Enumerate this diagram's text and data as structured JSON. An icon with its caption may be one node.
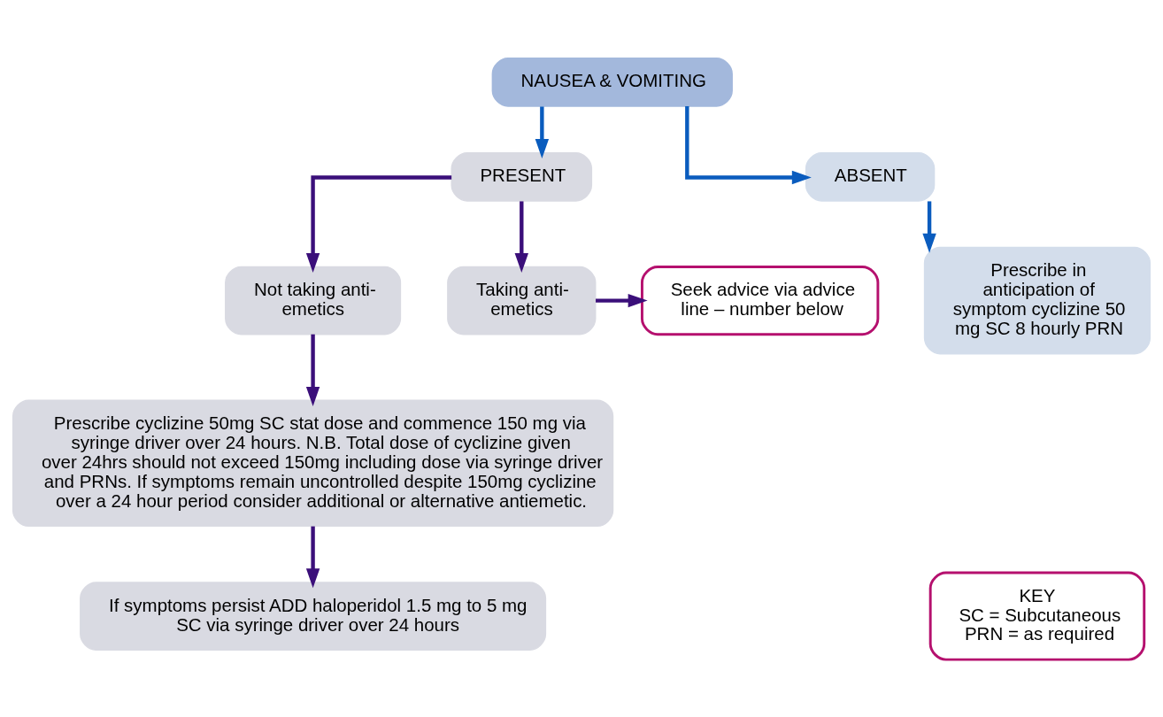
{
  "diagram": {
    "nodes": [
      {
        "text": [
          "NAUSEA & VOMITING"
        ]
      },
      {
        "text": [
          "PRESENT"
        ]
      },
      {
        "text": [
          "ABSENT"
        ]
      },
      {
        "text": [
          "Not taking anti-emetics"
        ]
      },
      {
        "text": [
          "Taking anti-emetics"
        ]
      },
      {
        "text": [
          "Seek advice via advice line – number below"
        ]
      },
      {
        "text": [
          "Prescribe in anticipation of symptom cyclizine 50 mg SC 8 hourly PRN"
        ]
      },
      {
        "text": [
          "Prescribe cyclizine 50mg SC stat dose and commence 150 mg via syringe driver over 24 hours. N.B. Total dose of cyclizine given over 24hrs should not exceed 150mg including dose via syringe driver and PRNs. If symptoms remain uncontrolled despite 150mg cyclizine over a 24 hour period consider additional or alternative antiemetic."
        ]
      },
      {
        "text": [
          "If symptoms persist ADD haloperidol 1.5 mg to 5 mg SC via syringe driver over 24 hours"
        ]
      },
      {
        "text": [
          "KEY",
          "SC = Subcutaneous",
          "PRN = as required"
        ]
      }
    ],
    "edges": [
      {
        "from": 0,
        "to": 1,
        "arrow": "to",
        "color": "#0a5cbe"
      },
      {
        "from": 0,
        "to": 2,
        "arrow": "to",
        "color": "#0a5cbe"
      },
      {
        "from": 1,
        "to": 3,
        "arrow": "to"
      },
      {
        "from": 1,
        "to": 4,
        "arrow": "to"
      },
      {
        "from": 4,
        "to": 5,
        "arrow": "to"
      },
      {
        "from": 2,
        "to": 6,
        "arrow": "to",
        "color": "#0a5cbe"
      },
      {
        "from": 3,
        "to": 7,
        "arrow": "to"
      },
      {
        "from": 7,
        "to": 8,
        "arrow": "to"
      }
    ]
  }
}
